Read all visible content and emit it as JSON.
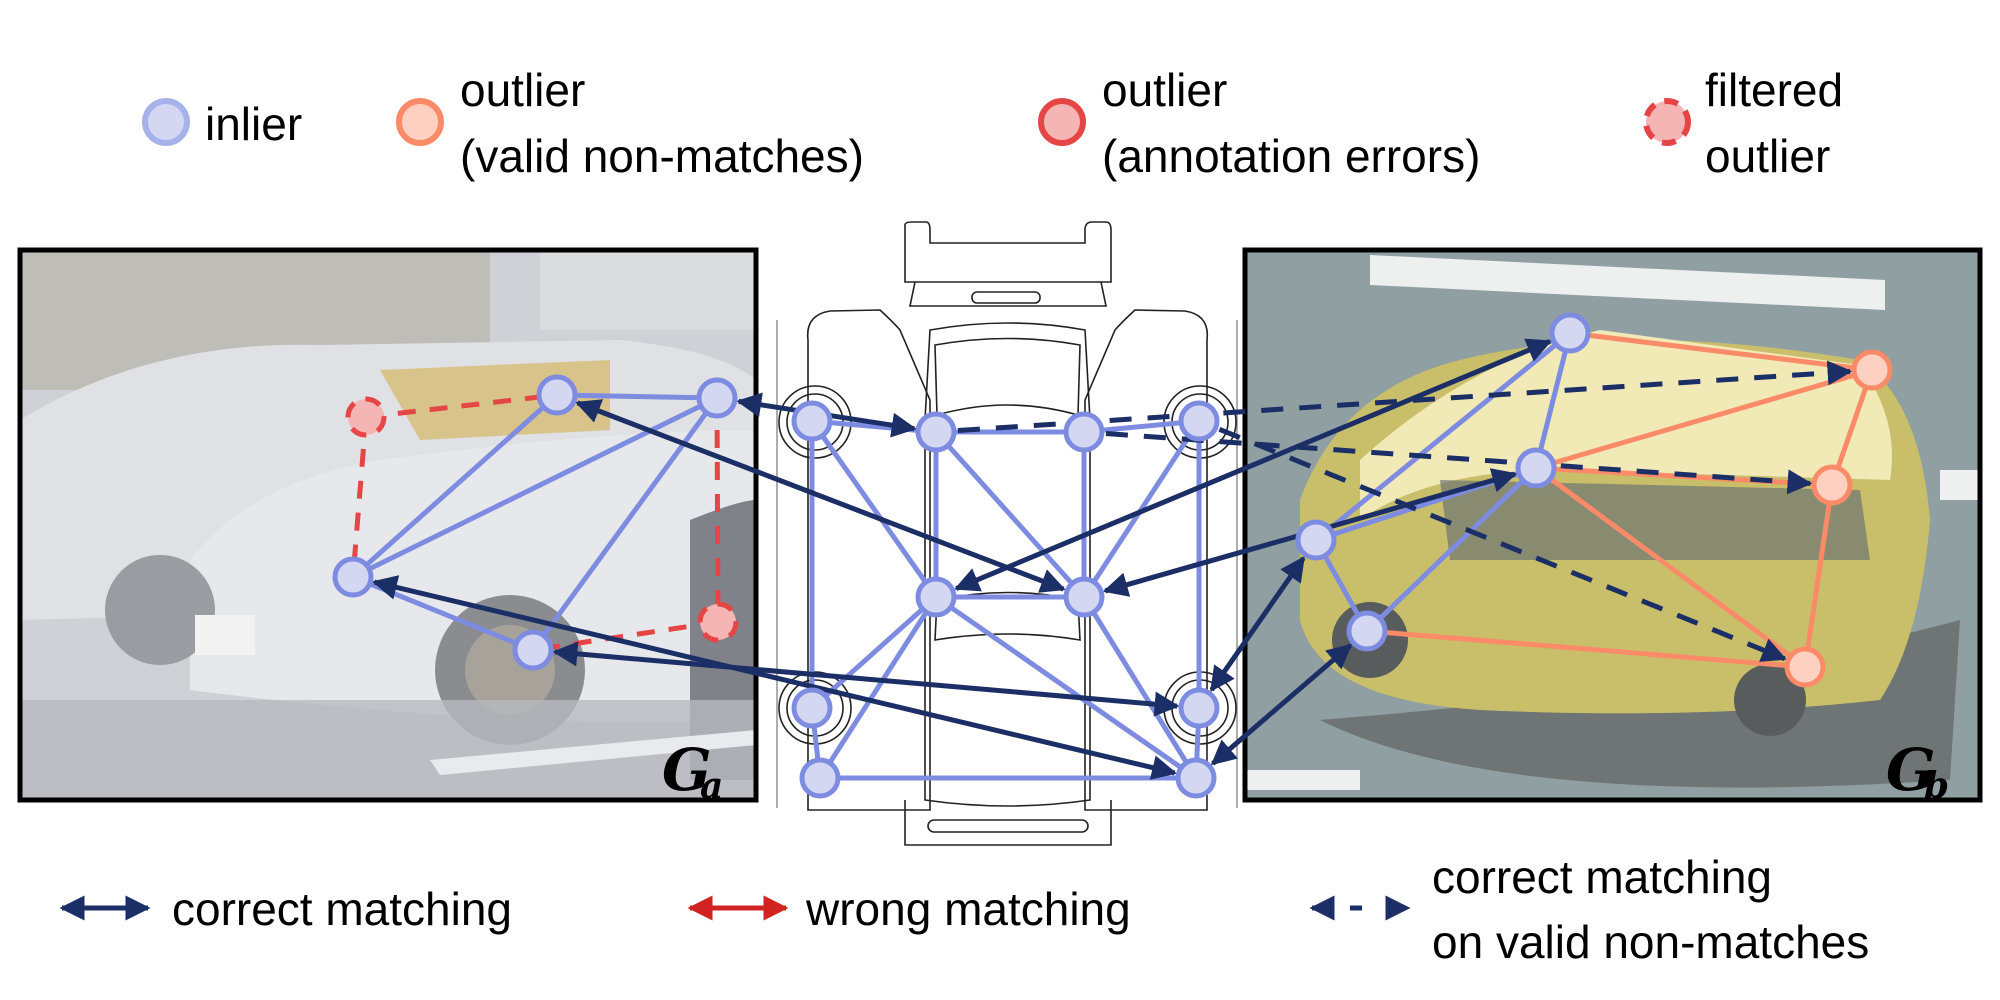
{
  "colors": {
    "inlier_fill": "#d3d7f2",
    "inlier_stroke": "#7d8ce0",
    "outlier_valid_fill": "#fdd0c2",
    "outlier_valid_stroke": "#fb8a68",
    "outlier_error_fill": "#f5b5b5",
    "outlier_error_stroke": "#e64545",
    "correct_matching": "#1b2f66",
    "wrong_matching": "#d22323",
    "photo_a_bg": "#c9ccd2",
    "photo_b_bg": "#8f9ea0",
    "car_b_body": "#c9bf6a"
  },
  "legend_top": [
    {
      "key": "inlier",
      "lines": [
        "inlier"
      ]
    },
    {
      "key": "outlier_valid",
      "lines": [
        "outlier",
        "(valid non-matches)"
      ]
    },
    {
      "key": "outlier_error",
      "lines": [
        "outlier",
        "(annotation errors)"
      ]
    },
    {
      "key": "filtered",
      "lines": [
        "filtered",
        "outlier"
      ]
    }
  ],
  "legend_bottom": [
    {
      "key": "correct",
      "lines": [
        "correct matching"
      ]
    },
    {
      "key": "wrong",
      "lines": [
        "wrong matching"
      ]
    },
    {
      "key": "dashed",
      "lines": [
        "correct matching",
        "on valid non-matches"
      ]
    }
  ],
  "graph_labels": {
    "a": {
      "main": "G",
      "sub": "a"
    },
    "b": {
      "main": "G",
      "sub": "b"
    }
  },
  "graphs": {
    "a": {
      "nodes": [
        {
          "id": "a1",
          "type": "filtered"
        },
        {
          "id": "a2",
          "type": "inlier"
        },
        {
          "id": "a3",
          "type": "inlier"
        },
        {
          "id": "a4",
          "type": "inlier"
        },
        {
          "id": "a5",
          "type": "inlier"
        },
        {
          "id": "a6",
          "type": "filtered"
        }
      ],
      "edges": [
        [
          "a2",
          "a3",
          "inlier"
        ],
        [
          "a2",
          "a4",
          "inlier"
        ],
        [
          "a3",
          "a4",
          "inlier"
        ],
        [
          "a3",
          "a5",
          "inlier"
        ],
        [
          "a4",
          "a5",
          "inlier"
        ],
        [
          "a1",
          "a2",
          "filtered"
        ],
        [
          "a1",
          "a4",
          "filtered"
        ],
        [
          "a3",
          "a6",
          "filtered"
        ],
        [
          "a6",
          "a5",
          "filtered"
        ]
      ]
    },
    "center": {
      "nodes": [
        {
          "id": "c1",
          "type": "inlier"
        },
        {
          "id": "c2",
          "type": "inlier"
        },
        {
          "id": "c3",
          "type": "inlier"
        },
        {
          "id": "c4",
          "type": "inlier"
        },
        {
          "id": "c5",
          "type": "inlier"
        },
        {
          "id": "c6",
          "type": "inlier"
        },
        {
          "id": "c7",
          "type": "inlier"
        },
        {
          "id": "c8",
          "type": "inlier"
        },
        {
          "id": "c9",
          "type": "inlier"
        },
        {
          "id": "c10",
          "type": "inlier"
        }
      ],
      "edges": [
        [
          "c1",
          "c2"
        ],
        [
          "c1",
          "c7"
        ],
        [
          "c1",
          "c5"
        ],
        [
          "c2",
          "c5"
        ],
        [
          "c2",
          "c3"
        ],
        [
          "c2",
          "c6"
        ],
        [
          "c3",
          "c4"
        ],
        [
          "c3",
          "c6"
        ],
        [
          "c4",
          "c6"
        ],
        [
          "c4",
          "c9"
        ],
        [
          "c5",
          "c6"
        ],
        [
          "c5",
          "c7"
        ],
        [
          "c5",
          "c8"
        ],
        [
          "c5",
          "c10"
        ],
        [
          "c6",
          "c10"
        ],
        [
          "c7",
          "c8"
        ],
        [
          "c8",
          "c10"
        ],
        [
          "c9",
          "c10"
        ]
      ]
    },
    "b": {
      "nodes": [
        {
          "id": "b1",
          "type": "inlier"
        },
        {
          "id": "b2",
          "type": "outlier_valid"
        },
        {
          "id": "b3",
          "type": "inlier"
        },
        {
          "id": "b4",
          "type": "outlier_valid"
        },
        {
          "id": "b5",
          "type": "inlier"
        },
        {
          "id": "b6",
          "type": "inlier"
        },
        {
          "id": "b7",
          "type": "outlier_valid"
        }
      ],
      "edges": [
        [
          "b1",
          "b3",
          "inlier"
        ],
        [
          "b1",
          "b5",
          "inlier"
        ],
        [
          "b3",
          "b5",
          "inlier"
        ],
        [
          "b3",
          "b6",
          "inlier"
        ],
        [
          "b5",
          "b6",
          "inlier"
        ],
        [
          "b1",
          "b2",
          "outlier"
        ],
        [
          "b2",
          "b3",
          "outlier"
        ],
        [
          "b2",
          "b4",
          "outlier"
        ],
        [
          "b3",
          "b4",
          "outlier"
        ],
        [
          "b3",
          "b7",
          "outlier"
        ],
        [
          "b4",
          "b7",
          "outlier"
        ],
        [
          "b6",
          "b7",
          "outlier"
        ]
      ]
    }
  },
  "matchings": [
    [
      "a2",
      "c6",
      "correct"
    ],
    [
      "a3",
      "c2",
      "correct"
    ],
    [
      "a4",
      "c10",
      "correct"
    ],
    [
      "a5",
      "c9",
      "correct"
    ],
    [
      "c5",
      "b1",
      "correct"
    ],
    [
      "c6",
      "b3",
      "correct"
    ],
    [
      "c9",
      "b5",
      "correct"
    ],
    [
      "c10",
      "b6",
      "correct"
    ],
    [
      "c2",
      "b2",
      "dashed"
    ],
    [
      "c3",
      "b4",
      "dashed"
    ],
    [
      "c4",
      "b7",
      "dashed"
    ]
  ]
}
